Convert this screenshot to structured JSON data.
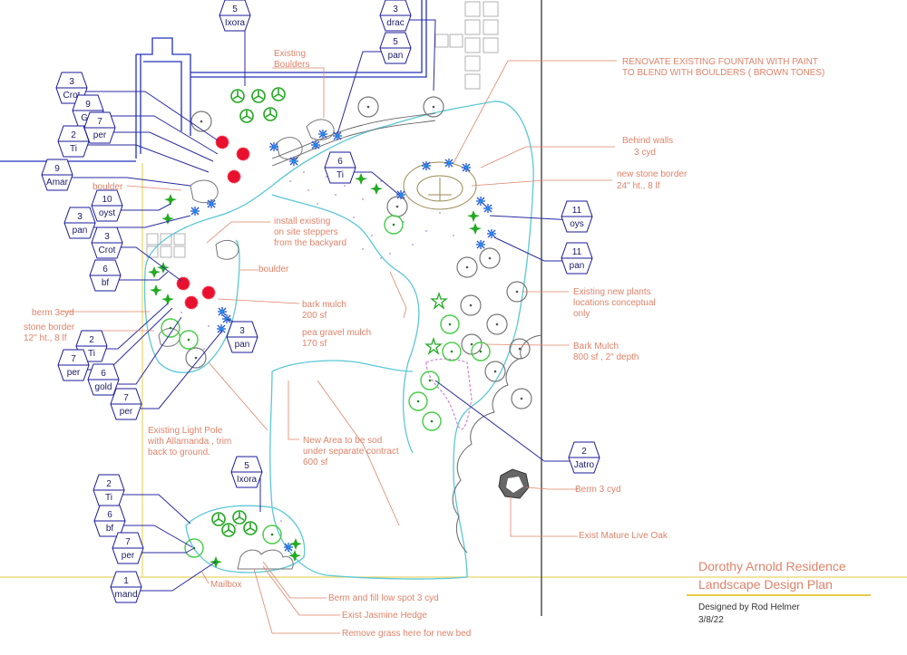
{
  "colors": {
    "annotation": "#e0836a",
    "tag_border": "#1a1a9a",
    "tag_line": "#2a2aa0",
    "bed_outline": "#5cc7d6",
    "walls": "#2233bb",
    "property_line": "#e8d46a",
    "title_text": "#e0836a"
  },
  "tags": [
    {
      "qty": "5",
      "code": "Ixora"
    },
    {
      "qty": "3",
      "code": "drac"
    },
    {
      "qty": "5",
      "code": "pan"
    },
    {
      "qty": "3",
      "code": "Crot"
    },
    {
      "qty": "9",
      "code": "Gal"
    },
    {
      "qty": "7",
      "code": "per"
    },
    {
      "qty": "2",
      "code": "Ti"
    },
    {
      "qty": "9",
      "code": "Amar"
    },
    {
      "qty": "10",
      "code": "oyst"
    },
    {
      "qty": "3",
      "code": "pan"
    },
    {
      "qty": "3",
      "code": "Crot"
    },
    {
      "qty": "6",
      "code": "bf"
    },
    {
      "qty": "6",
      "code": "Ti"
    },
    {
      "qty": "11",
      "code": "oys"
    },
    {
      "qty": "11",
      "code": "pan"
    },
    {
      "qty": "3",
      "code": "pan"
    },
    {
      "qty": "2",
      "code": "Ti"
    },
    {
      "qty": "7",
      "code": "per"
    },
    {
      "qty": "6",
      "code": "gold"
    },
    {
      "qty": "7",
      "code": "per"
    },
    {
      "qty": "2",
      "code": "Jatro"
    },
    {
      "qty": "5",
      "code": "Ixora"
    },
    {
      "qty": "2",
      "code": "Ti"
    },
    {
      "qty": "6",
      "code": "bf"
    },
    {
      "qty": "7",
      "code": "per"
    },
    {
      "qty": "1",
      "code": "mand"
    }
  ],
  "notes": {
    "existing_boulders": [
      "Existing",
      "Boulders"
    ],
    "fountain": [
      "RENOVATE EXISTING FOUNTAIN WITH PAINT",
      "TO BLEND WITH BOULDERS ( BROWN TONES)"
    ],
    "behind_walls": [
      "Behind walls",
      "3 cyd"
    ],
    "stone_border_new": [
      "new stone border",
      "24\" ht., 8  lf"
    ],
    "boulder_1": "boulder",
    "steppers": [
      "install existing",
      "on site steppers",
      "from the backyard"
    ],
    "boulder_2": "boulder",
    "berm_3cyd": "berm 3cyd",
    "stone_border_12": [
      "stone border",
      "12\" ht., 8 lf"
    ],
    "bark_mulch_200": [
      "bark mulch",
      "200 sf"
    ],
    "pea_gravel": [
      "pea gravel mulch",
      "170 sf"
    ],
    "existing_new_plants": [
      "Existing new plants",
      "locations conceptual",
      "only"
    ],
    "bark_mulch_800": [
      "Bark Mulch",
      "800 sf , 2\" depth"
    ],
    "light_pole": [
      "Existing Light Pole",
      "with Allamanda , trim",
      "back to ground."
    ],
    "sod": [
      "New Area to be sod",
      "under separate contract",
      "600 sf"
    ],
    "berm_right": "Berm 3 cyd",
    "live_oak": "Exist Mature Live Oak",
    "mailbox": "Mailbox",
    "berm_fill": "Berm and fill low spot 3 cyd",
    "jasmine": "Exist Jasmine Hedge",
    "remove_grass": "Remove grass here for new bed"
  },
  "title_block": {
    "title_line1": "Dorothy Arnold Residence",
    "title_line2": "Landscape Design Plan",
    "designer": "Designed by Rod Helmer",
    "date": "3/8/22"
  }
}
